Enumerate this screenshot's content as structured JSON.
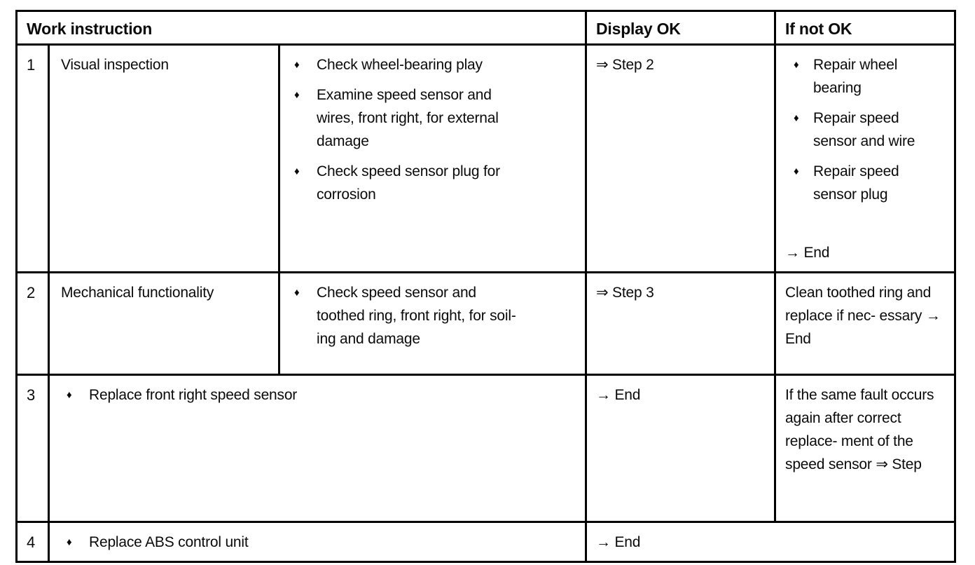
{
  "colors": {
    "background": "#ffffff",
    "border": "#000000",
    "text": "#0a0a0a"
  },
  "table": {
    "bullet_icon": "♦",
    "header": {
      "work_instruction": "Work instruction",
      "display_ok": "Display OK",
      "if_not_ok": "If not OK"
    },
    "rows": [
      {
        "num": "1",
        "label": "Visual inspection",
        "work_bullets": [
          "Check wheel-bearing play",
          "Examine speed sensor and\nwires, front right, for external\ndamage",
          "Check speed sensor plug for\ncorrosion"
        ],
        "display_ok": "⇒ Step 2",
        "if_not_ok": {
          "bullets": [
            "Repair wheel\nbearing",
            "Repair speed\nsensor and wire",
            "Repair speed\nsensor plug"
          ],
          "end": "→ End"
        }
      },
      {
        "num": "2",
        "label": "Mechanical functionality",
        "work_bullets": [
          "Check speed sensor and\ntoothed ring, front right, for soil-\ning and damage"
        ],
        "display_ok": "⇒ Step 3",
        "if_not_ok": {
          "text": "Clean toothed ring\nand replace if nec-\nessary\n→ End"
        }
      },
      {
        "num": "3",
        "work_bullet": "Replace front right speed sensor",
        "display_ok": "→ End",
        "if_not_ok": {
          "text": "If the same fault\noccurs again after\ncorrect replace-\nment of the speed\nsensor\n⇒ Step"
        }
      },
      {
        "num": "4",
        "work_bullet": "Replace ABS control unit",
        "display_ok": "→ End"
      }
    ]
  }
}
